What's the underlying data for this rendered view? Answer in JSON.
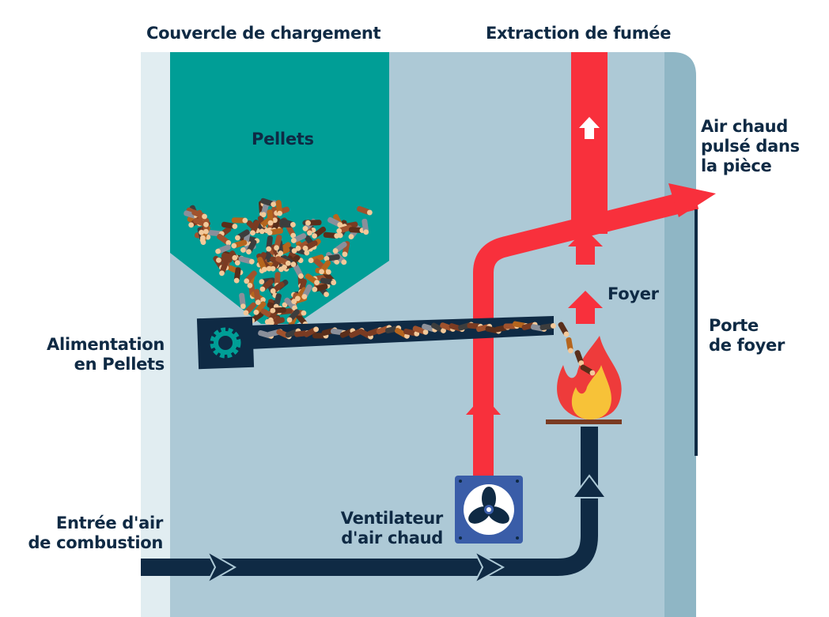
{
  "labels": {
    "lid": "Couvercle de chargement",
    "smoke": "Extraction de fumée",
    "pellets": "Pellets",
    "hot_air": "Air chaud\npulsé dans\nla pièce",
    "hearth": "Foyer",
    "feed": "Alimentation\nen Pellets",
    "door": "Porte\nde foyer",
    "air_in": "Entrée d'air\nde combustion",
    "fan": "Ventilateur\nd'air chaud"
  },
  "colors": {
    "panel": "#adc9d6",
    "panel_light": "#e1edf1",
    "panel_dark": "#8fb6c5",
    "hopper": "#009e96",
    "hot": "#f8303c",
    "dark": "#0f2a44",
    "fan": "#3a5da8",
    "flame": "#ee3b3b",
    "flame_inner": "#f7c238"
  },
  "icons": [
    "gear-icon",
    "fan-icon",
    "flame-icon",
    "arrow-up-icon",
    "arrow-right-icon"
  ]
}
